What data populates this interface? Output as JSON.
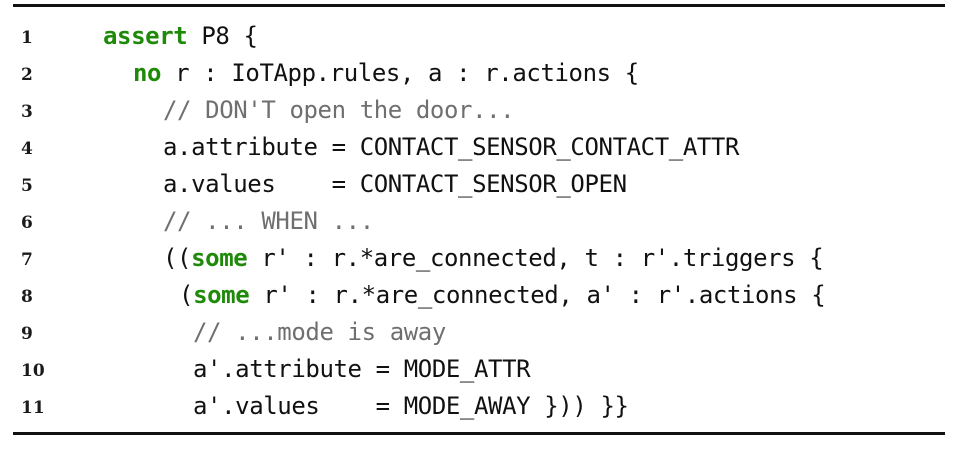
{
  "listing": {
    "lines": [
      {
        "num": "1",
        "parts": [
          {
            "text": "assert",
            "kind": "kw"
          },
          {
            "text": " P8 {",
            "kind": "plain"
          }
        ]
      },
      {
        "num": "2",
        "parts": [
          {
            "text": "no",
            "kind": "kw"
          },
          {
            "text": " r : IoTApp.rules, a : r.actions {",
            "kind": "plain"
          }
        ]
      },
      {
        "num": "3",
        "parts": [
          {
            "text": "// DON'T open the door...",
            "kind": "comment"
          }
        ]
      },
      {
        "num": "4",
        "parts": [
          {
            "text": "a.attribute = CONTACT_SENSOR_CONTACT_ATTR",
            "kind": "plain"
          }
        ]
      },
      {
        "num": "5",
        "parts": [
          {
            "text": "a.values    = CONTACT_SENSOR_OPEN",
            "kind": "plain"
          }
        ]
      },
      {
        "num": "6",
        "parts": [
          {
            "text": "// ... WHEN ...",
            "kind": "comment"
          }
        ]
      },
      {
        "num": "7",
        "parts": [
          {
            "text": "((",
            "kind": "plain"
          },
          {
            "text": "some",
            "kind": "kw"
          },
          {
            "text": " r' : r.*are_connected, t : r'.triggers {",
            "kind": "plain"
          }
        ]
      },
      {
        "num": "8",
        "parts": [
          {
            "text": "(",
            "kind": "plain"
          },
          {
            "text": "some",
            "kind": "kw"
          },
          {
            "text": " r' : r.*are_connected, a' : r'.actions {",
            "kind": "plain"
          }
        ]
      },
      {
        "num": "9",
        "parts": [
          {
            "text": "// ...mode is away",
            "kind": "comment"
          }
        ]
      },
      {
        "num": "10",
        "parts": [
          {
            "text": "a'.attribute = MODE_ATTR",
            "kind": "plain"
          }
        ]
      },
      {
        "num": "11",
        "parts": [
          {
            "text": "a'.values    = MODE_AWAY }))",
            "kind": "plain"
          },
          {
            "text": " }}",
            "kind": "plain"
          }
        ]
      }
    ]
  },
  "colors": {
    "keyword": "#1f8a0a",
    "comment": "#6f6f6f",
    "text": "#111111"
  }
}
